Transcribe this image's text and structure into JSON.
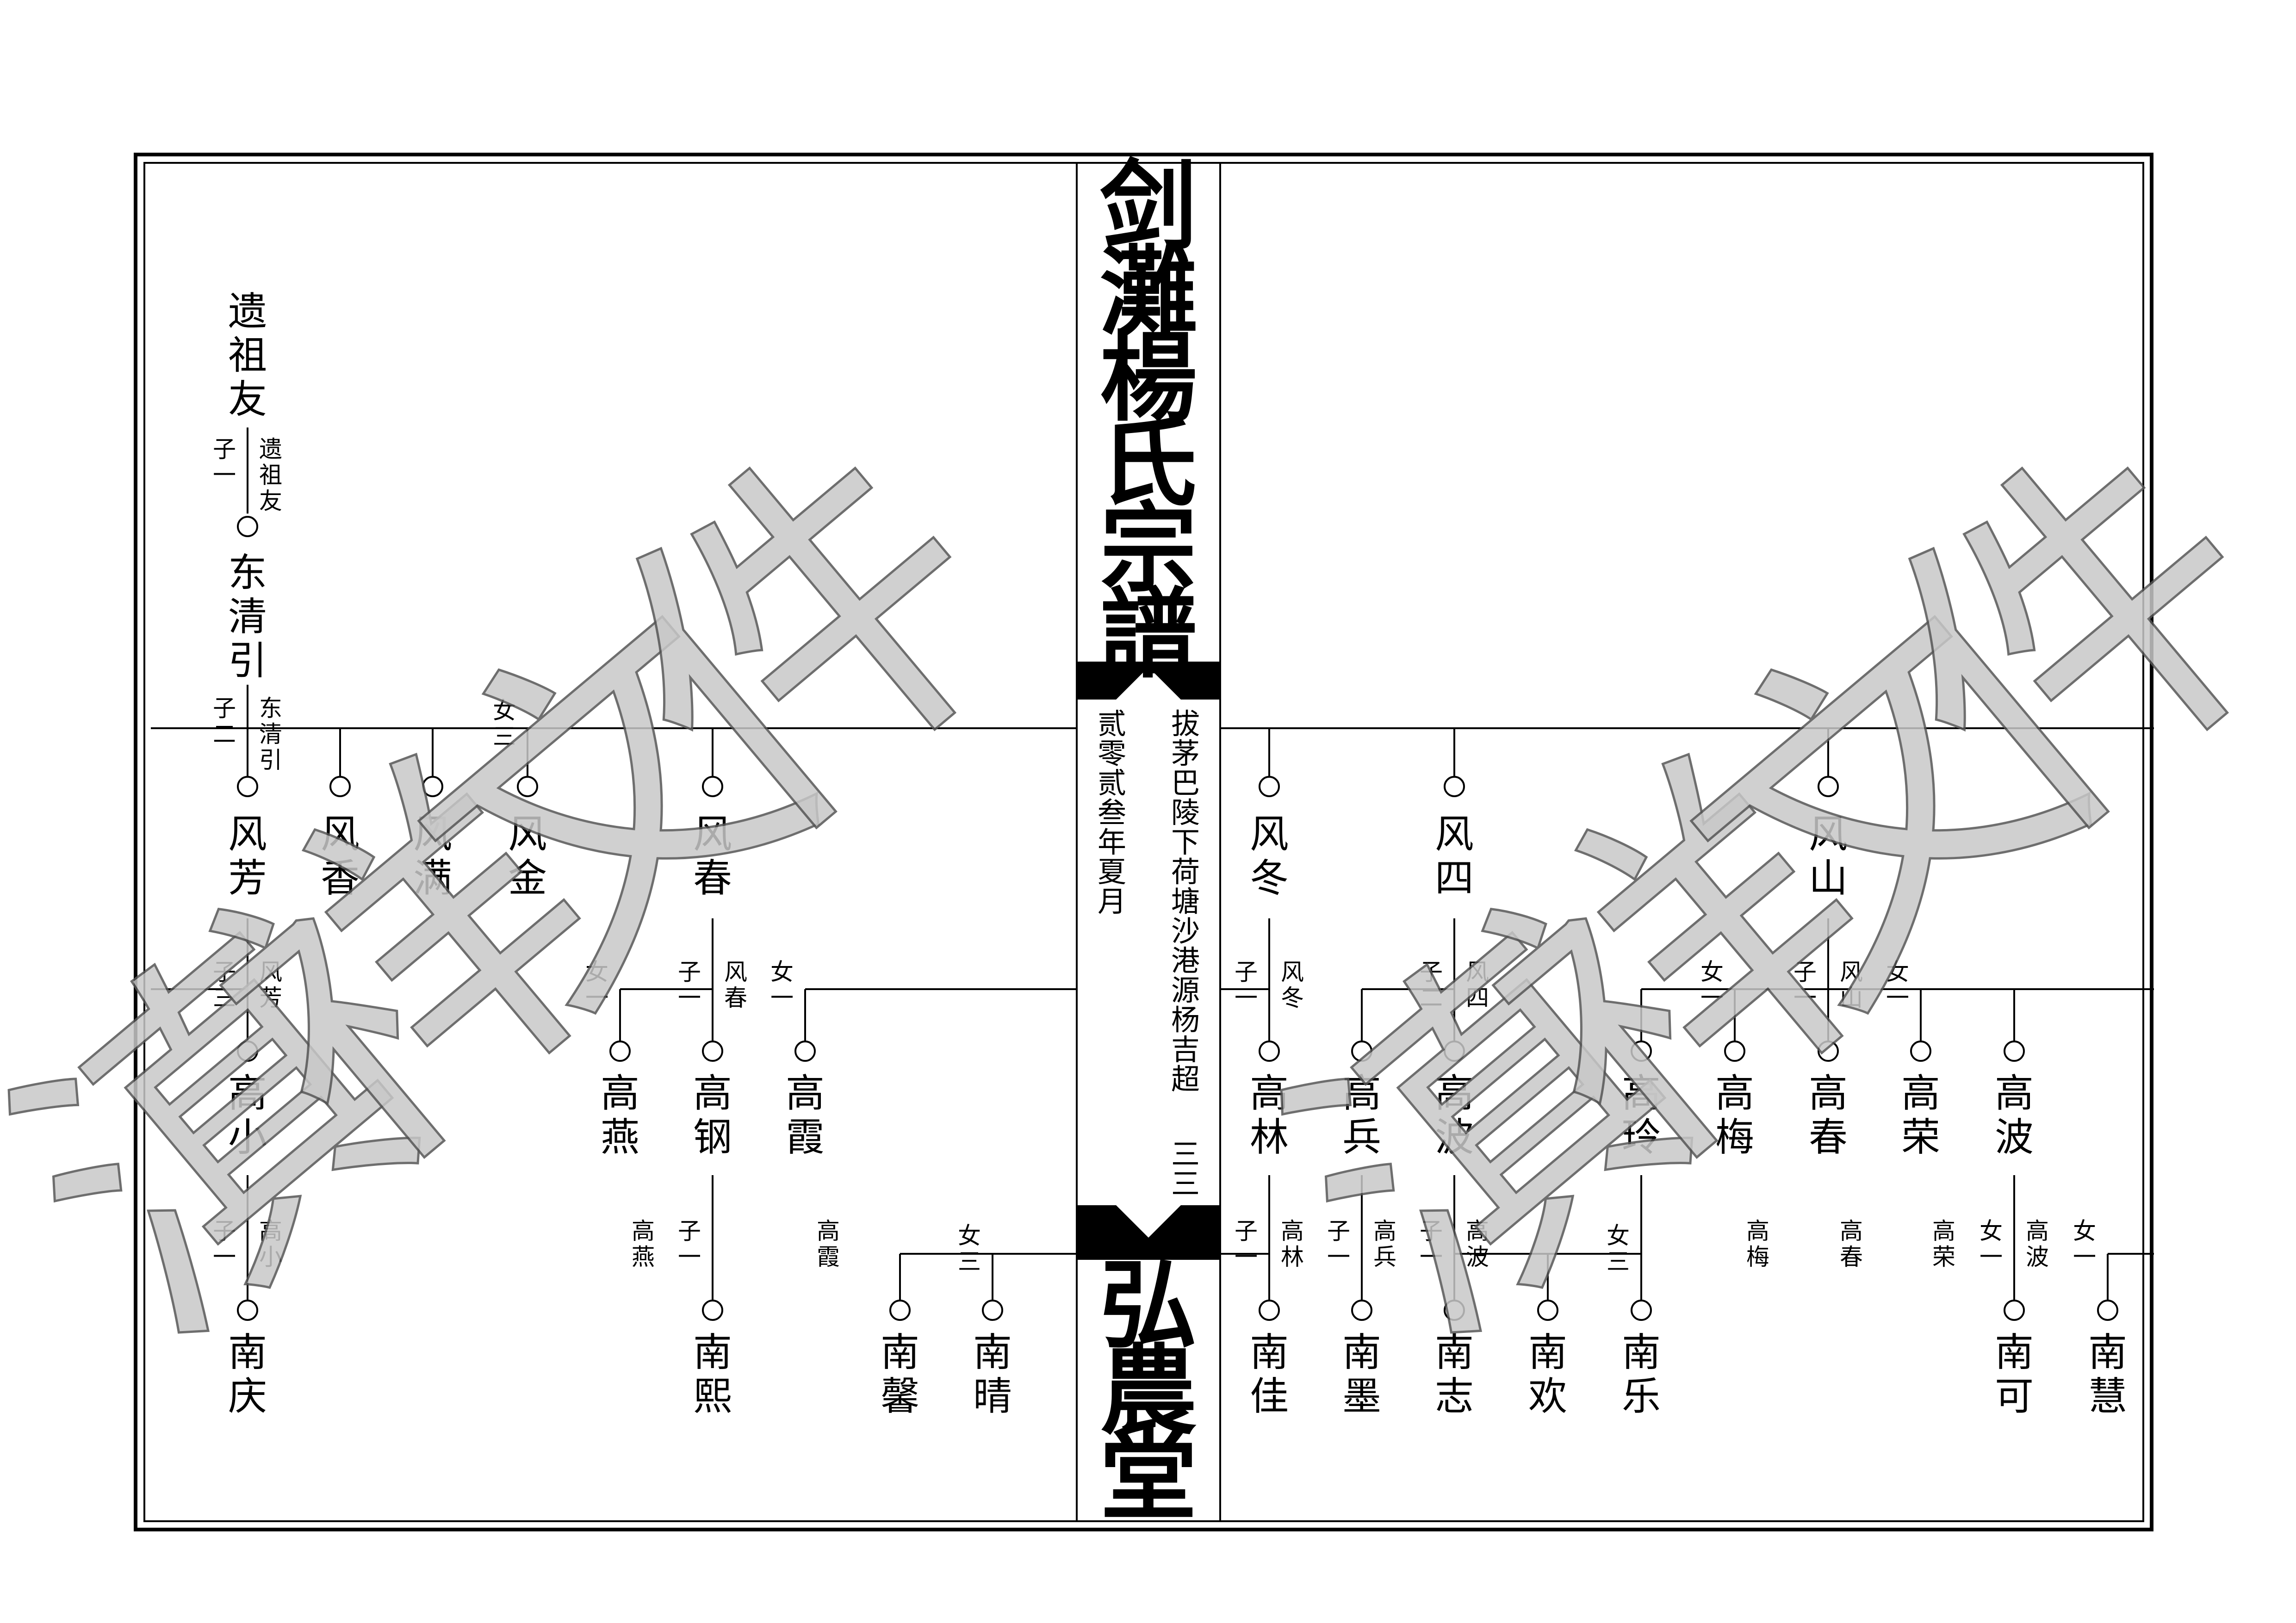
{
  "title": {
    "top": [
      "剑",
      "灘",
      "楊",
      "氏",
      "宗",
      "譜"
    ],
    "bottom": [
      "弘",
      "農",
      "堂"
    ]
  },
  "sidenotes": {
    "compiler": [
      "拔",
      "茅",
      "巴",
      "陵",
      "下",
      "荷",
      "塘",
      "沙",
      "港",
      "源",
      "杨",
      "吉",
      "超"
    ],
    "date": [
      "贰",
      "零",
      "贰",
      "叁",
      "年",
      "夏",
      "月"
    ],
    "page_number": [
      "三",
      "三"
    ]
  },
  "watermark": {
    "chars": [
      "滇",
      "祥",
      "文",
      "件"
    ]
  },
  "left_page": {
    "ancestor": [
      "遗",
      "祖",
      "友"
    ],
    "gen2": [
      "东",
      "清",
      "引"
    ],
    "feng": [
      {
        "name": [
          "风",
          "芳"
        ]
      },
      {
        "name": [
          "风",
          "香"
        ]
      },
      {
        "name": [
          "风",
          "满"
        ]
      },
      {
        "name": [
          "风",
          "金"
        ]
      },
      {
        "name": [
          "风",
          "春"
        ]
      }
    ],
    "gao": [
      {
        "name": [
          "高",
          "小"
        ]
      },
      {
        "name": [
          "高",
          "燕"
        ]
      },
      {
        "name": [
          "高",
          "钢"
        ]
      },
      {
        "name": [
          "高",
          "霞"
        ]
      }
    ],
    "nan": [
      {
        "name": [
          "南",
          "庆"
        ]
      },
      {
        "name": [
          "南",
          "熙"
        ]
      },
      {
        "name": [
          "南",
          "馨"
        ]
      },
      {
        "name": [
          "南",
          "晴"
        ]
      }
    ],
    "labels": [
      {
        "order": [
          "子",
          "一"
        ],
        "parent": [
          "遗",
          "祖",
          "友"
        ]
      },
      {
        "order": [
          "子",
          "二"
        ],
        "parent": [
          "东",
          "清",
          "引"
        ]
      },
      {
        "order": [
          "女",
          "三"
        ]
      },
      {
        "order": [
          "子",
          "三"
        ],
        "parent": [
          "风",
          "芳"
        ]
      },
      {
        "order": [
          "女",
          "一"
        ]
      },
      {
        "order": [
          "子",
          "一"
        ],
        "parent": [
          "风",
          "春"
        ]
      },
      {
        "order": [
          "女",
          "一"
        ]
      },
      {
        "order": [
          "子",
          "一"
        ],
        "parent": [
          "高",
          "小"
        ]
      },
      {
        "parent": [
          "高",
          "燕"
        ]
      },
      {
        "order": [
          "子",
          "一"
        ]
      },
      {
        "parent": [
          "高",
          "霞"
        ]
      },
      {
        "order": [
          "女",
          "三"
        ]
      }
    ]
  },
  "right_page": {
    "feng": [
      {
        "name": [
          "风",
          "冬"
        ]
      },
      {
        "name": [
          "风",
          "四"
        ]
      },
      {
        "name": [
          "风",
          "山"
        ]
      }
    ],
    "gao": [
      {
        "name": [
          "高",
          "林"
        ]
      },
      {
        "name": [
          "高",
          "兵"
        ]
      },
      {
        "name": [
          "高",
          "波"
        ]
      },
      {
        "name": [
          "高",
          "玲"
        ]
      },
      {
        "name": [
          "高",
          "梅"
        ]
      },
      {
        "name": [
          "高",
          "春"
        ]
      },
      {
        "name": [
          "高",
          "荣"
        ]
      },
      {
        "name": [
          "高",
          "波"
        ]
      }
    ],
    "nan": [
      {
        "name": [
          "南",
          "佳"
        ]
      },
      {
        "name": [
          "南",
          "墨"
        ]
      },
      {
        "name": [
          "南",
          "志"
        ]
      },
      {
        "name": [
          "南",
          "欢"
        ]
      },
      {
        "name": [
          "南",
          "乐"
        ]
      },
      {
        "name": [
          "南",
          "可"
        ]
      },
      {
        "name": [
          "南",
          "慧"
        ]
      }
    ],
    "labels": [
      {
        "order": [
          "子",
          "一"
        ],
        "parent": [
          "风",
          "冬"
        ]
      },
      {
        "order": [
          "子",
          "二"
        ],
        "parent": [
          "风",
          "四"
        ]
      },
      {
        "order": [
          "女",
          "一"
        ]
      },
      {
        "order": [
          "子",
          "一"
        ],
        "parent": [
          "风",
          "山"
        ]
      },
      {
        "order": [
          "女",
          "一"
        ]
      },
      {
        "order": [
          "子",
          "一"
        ],
        "parent": [
          "高",
          "林"
        ]
      },
      {
        "order": [
          "子",
          "一"
        ],
        "parent": [
          "高",
          "兵"
        ]
      },
      {
        "order": [
          "子",
          "一"
        ],
        "parent": [
          "高",
          "波"
        ]
      },
      {
        "order": [
          "女",
          "三"
        ]
      },
      {
        "parent": [
          "高",
          "梅"
        ]
      },
      {
        "parent": [
          "高",
          "春"
        ]
      },
      {
        "parent": [
          "高",
          "荣"
        ]
      },
      {
        "order": [
          "女",
          "一"
        ],
        "parent": [
          "高",
          "波"
        ]
      },
      {
        "order": [
          "女",
          "一"
        ]
      }
    ]
  }
}
